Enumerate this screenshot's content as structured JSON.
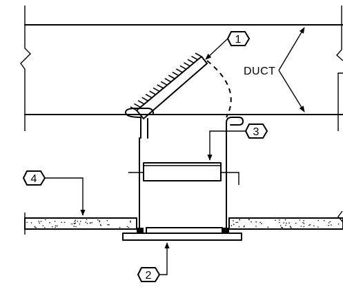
{
  "callouts": [
    {
      "id": "1",
      "label": "1"
    },
    {
      "id": "2",
      "label": "2"
    },
    {
      "id": "3",
      "label": "3"
    },
    {
      "id": "4",
      "label": "4"
    }
  ],
  "duct_label": "DUCT"
}
